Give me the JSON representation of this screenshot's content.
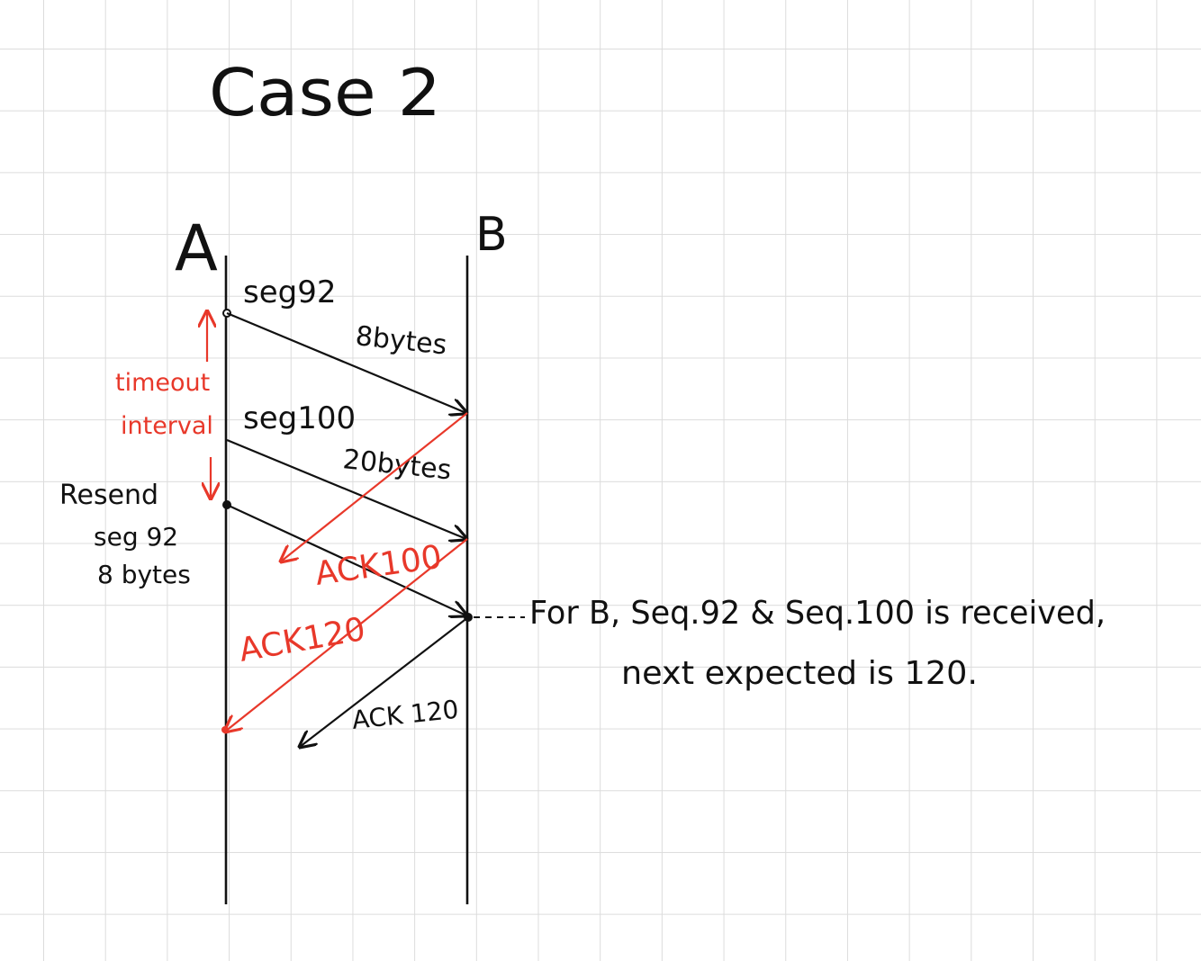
{
  "title": "Case 2",
  "colors": {
    "ink": "#111111",
    "accent": "#e8382a"
  },
  "hosts": {
    "sender": "A",
    "receiver": "B"
  },
  "segments": [
    {
      "seq_label": "seg92",
      "size_label": "8bytes"
    },
    {
      "seq_label": "seg100",
      "size_label": "20bytes"
    }
  ],
  "timeout": {
    "line1": "timeout",
    "line2": "interval"
  },
  "resend": {
    "line1": "Resend",
    "line2": "seg 92",
    "line3": "8 bytes"
  },
  "acks": {
    "ack100": "ACK100",
    "ack120_red": "ACK120",
    "ack120_black": "ACK 120"
  },
  "note": {
    "line1": "For B, Seq.92 & Seq.100 is received,",
    "line2": "next expected is 120."
  }
}
